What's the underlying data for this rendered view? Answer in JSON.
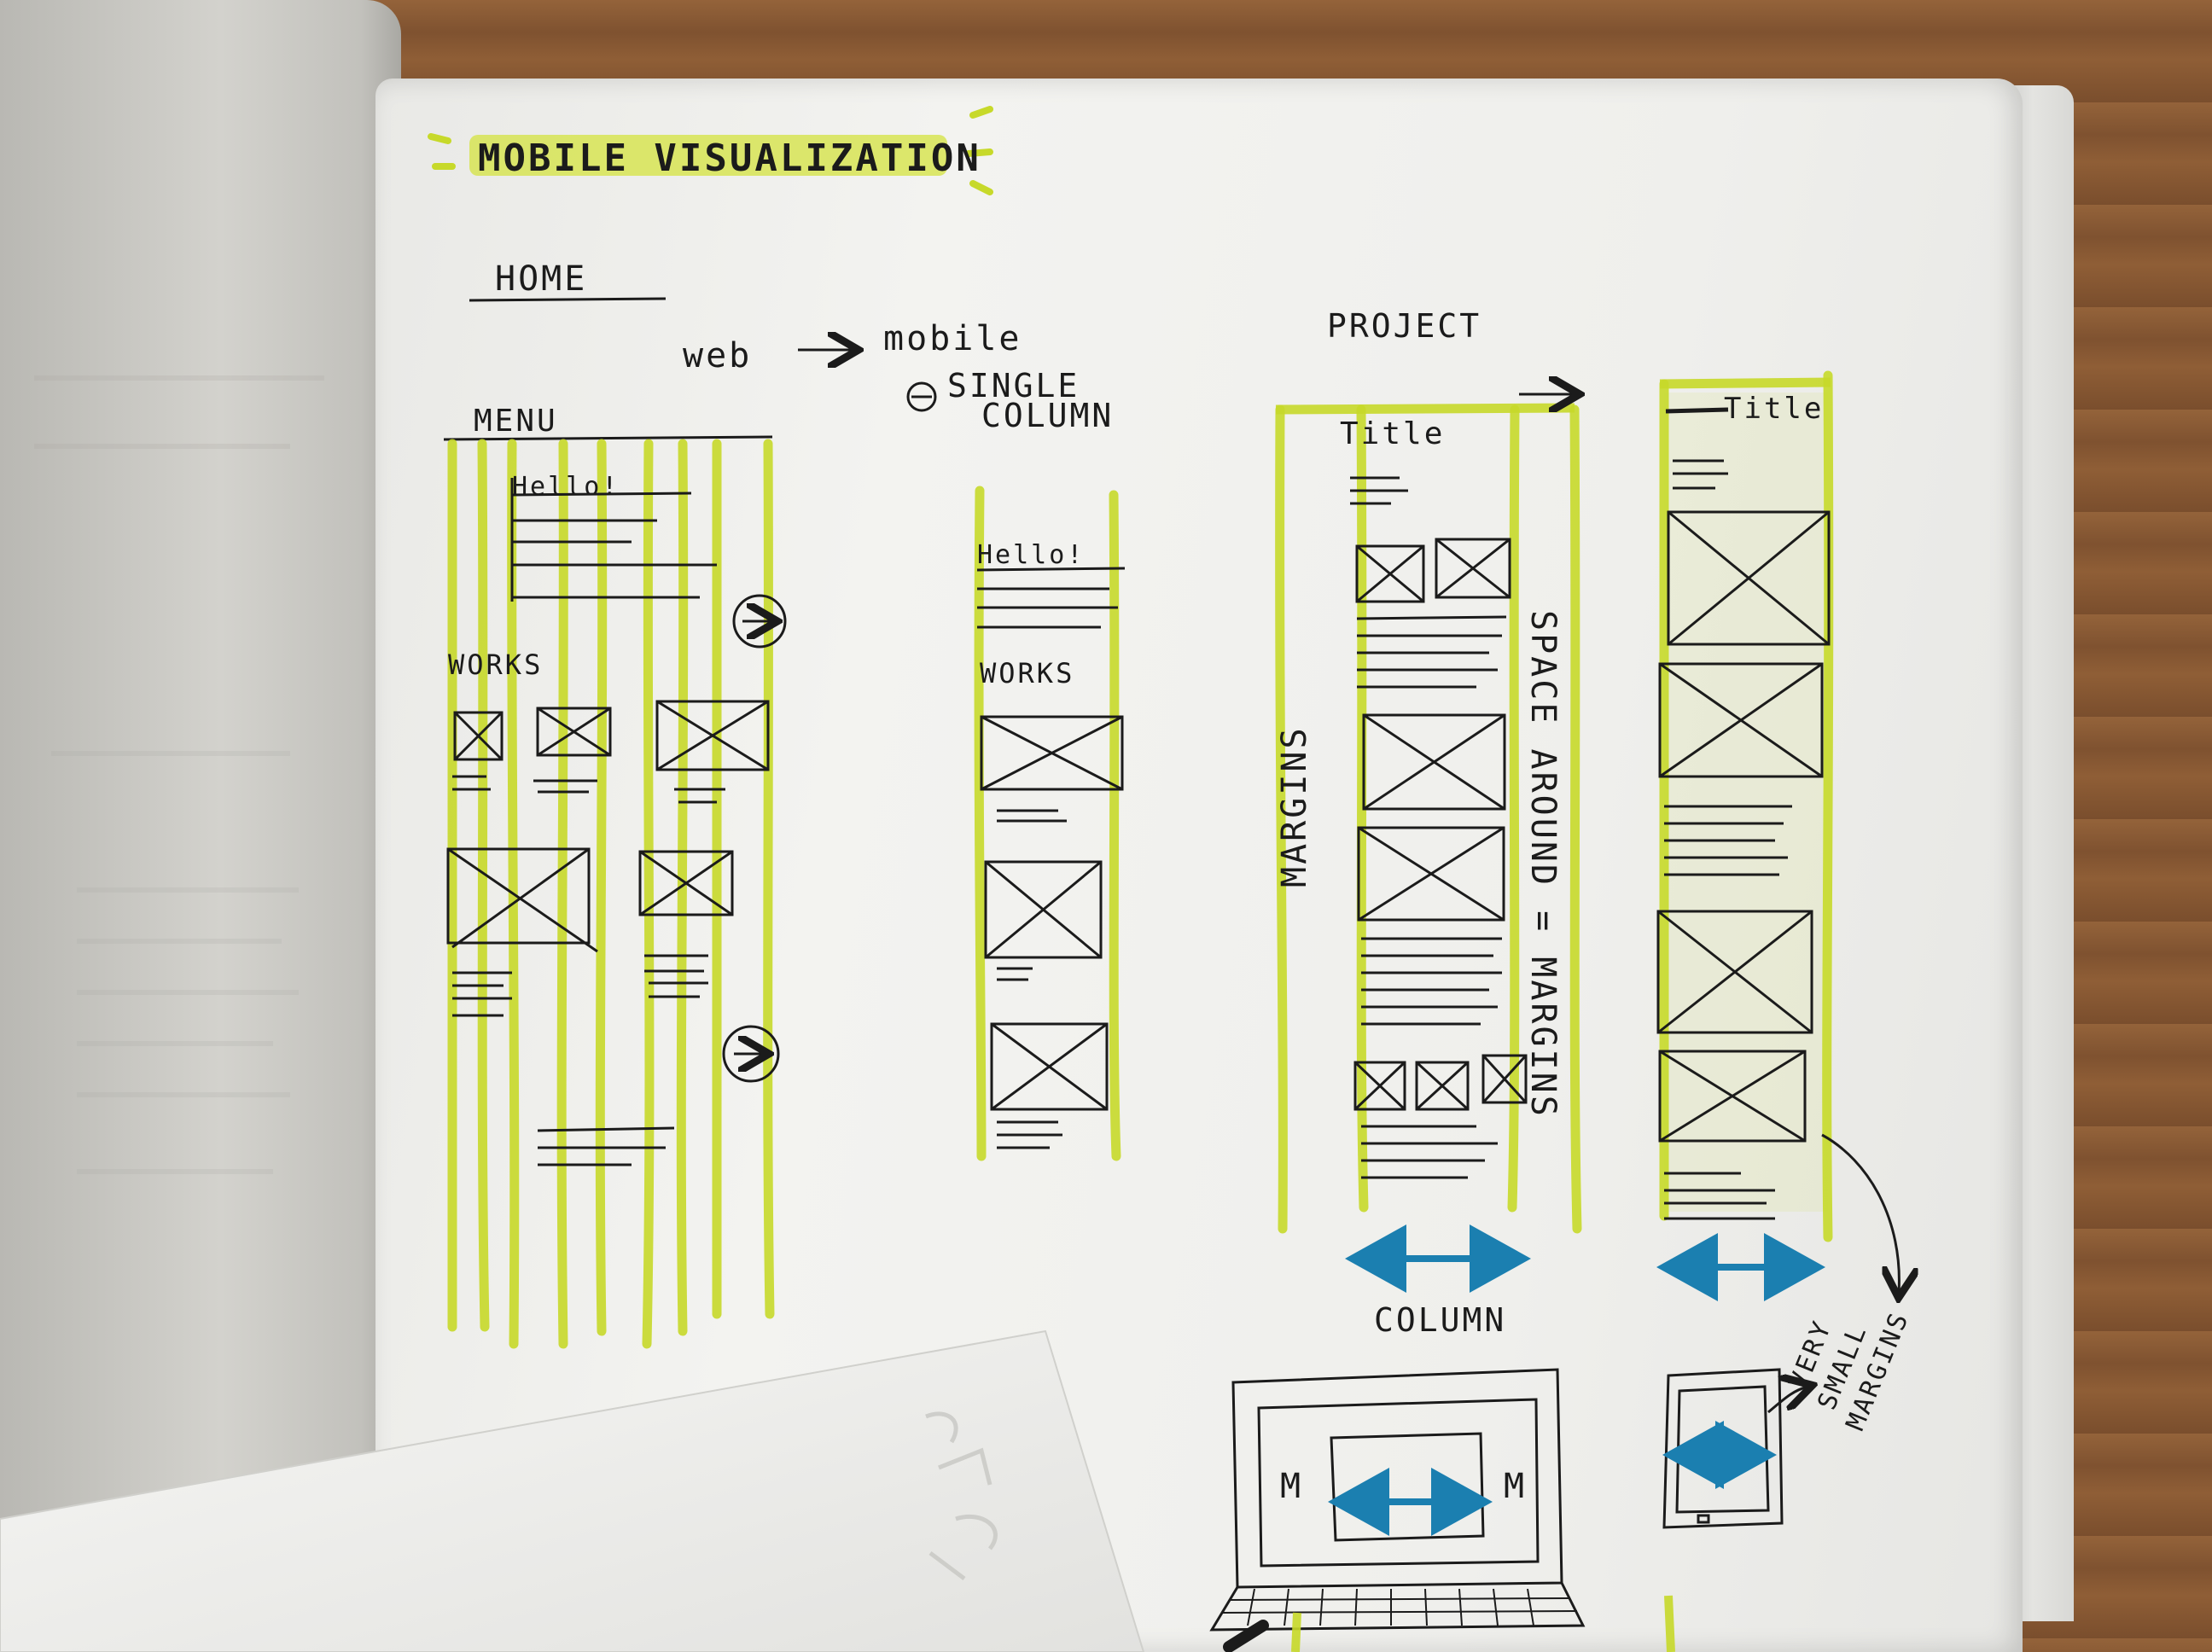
{
  "sketch": {
    "title": "MOBILE VISUALIZATION",
    "home_label": "HOME",
    "web_label": "web",
    "mobile_label": "mobile",
    "single_label": "SINGLE",
    "column_label": "COLUMN",
    "menu_label": "MENU",
    "hello_label": "Hello!",
    "hello_label_mobile": "Hello!",
    "works_label": "WORKS",
    "works_label_mobile": "WORKS",
    "project_label": "PROJECT",
    "title_label": "Title",
    "title_label_2": "Title",
    "margins_label": "MARGINS",
    "space_label": "SPACE AROUND = MARGINS",
    "column_bottom_label": "COLUMN",
    "very_label": "VERY",
    "small_label": "SMALL",
    "margins_small_label": "MARGINS",
    "m_left": "M",
    "m_right": "M"
  },
  "colors": {
    "highlighter": "#c7d92a",
    "ink": "#1b1b1b",
    "blue_marker": "#1b7fb0",
    "paper": "#f1f1ee"
  },
  "icons": [
    "arrow-right-icon",
    "double-arrow-icon",
    "image-placeholder-icon",
    "laptop-icon",
    "phone-icon",
    "minus-circle-icon"
  ]
}
